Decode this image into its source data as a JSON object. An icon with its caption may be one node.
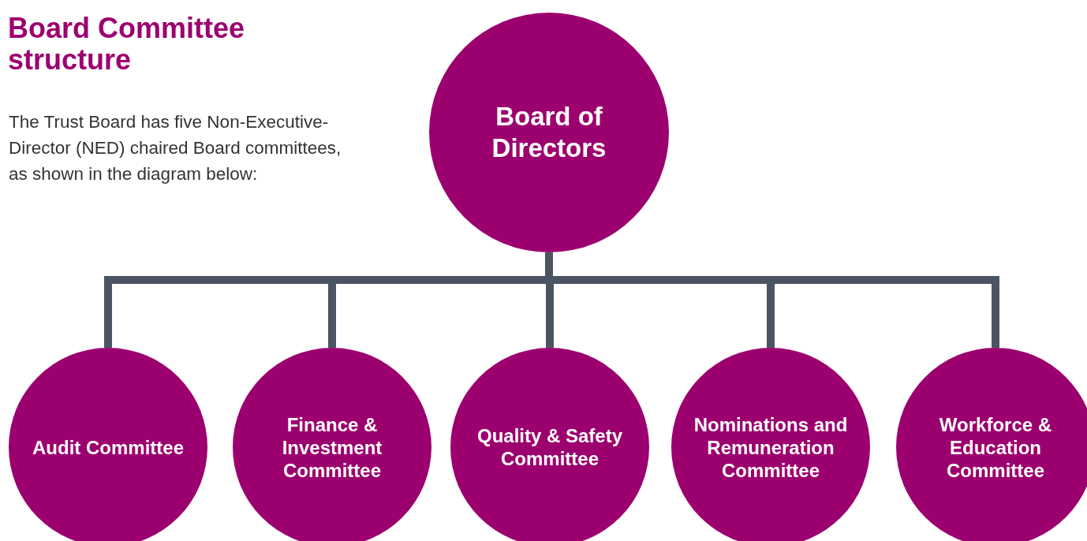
{
  "diagram": {
    "title": "Board Committee structure",
    "nodes": [
      {
        "text": [
          "Board of Directors"
        ]
      },
      {
        "text": [
          "Audit Committee"
        ]
      },
      {
        "text": [
          "Finance & Investment Committee"
        ]
      },
      {
        "text": [
          "Quality & Safety Committee"
        ]
      },
      {
        "text": [
          "Nominations and Remuneration Committee"
        ]
      },
      {
        "text": [
          "Workforce & Education Committee"
        ]
      }
    ],
    "edges": [
      {
        "from": 0,
        "to": 1,
        "arrow": "none"
      },
      {
        "from": 0,
        "to": 2,
        "arrow": "none"
      },
      {
        "from": 0,
        "to": 3,
        "arrow": "none"
      },
      {
        "from": 0,
        "to": 4,
        "arrow": "none"
      },
      {
        "from": 0,
        "to": 5,
        "arrow": "none"
      }
    ],
    "labels": [
      "The Trust Board has five Non-Executive-Director (NED) chaired Board committees, as shown in the diagram below:"
    ]
  }
}
